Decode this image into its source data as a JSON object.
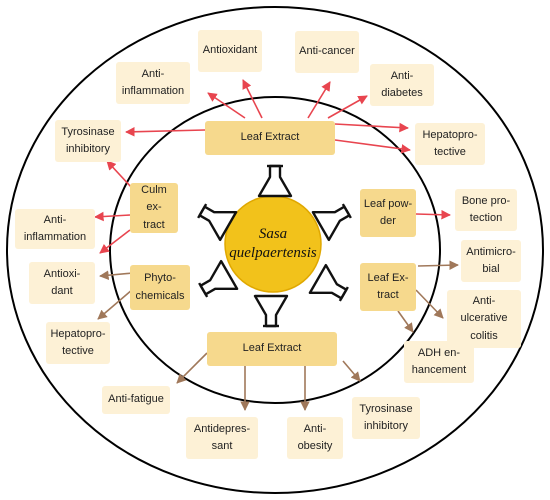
{
  "center": {
    "label": "Sasa\nquelpaertensis"
  },
  "colors": {
    "outer_box": "#fdf1d6",
    "inner_box": "#f6d98d",
    "center_fill": "#f2c21b",
    "red_arrow": "#e8454f",
    "brown_arrow": "#a0785a",
    "rings": "#000000"
  },
  "sources": {
    "leaf_extract_top": "Leaf Extract",
    "culm_extract": "Culm ex-\ntract",
    "leaf_powder": "Leaf pow-\nder",
    "phytochemicals": "Phyto-\nchemicals",
    "leaf_extract_right": "Leaf Ex-\ntract",
    "leaf_extract_bottom": "Leaf Extract"
  },
  "effects": {
    "antioxidant_top": "Antioxidant",
    "anticancer": "Anti-cancer",
    "antiinflammation_top": "Anti-\ninflammation",
    "antidiabetes": "Anti-\ndiabetes",
    "tyrosinase_top": "Tyrosinase\ninhibitory",
    "hepatoprotective_right": "Hepatopro-\ntective",
    "antiinflammation_left": "Anti-\ninflammation",
    "bone_protection": "Bone pro-\ntection",
    "antioxidant_left": "Antioxi-\ndant",
    "antimicrobial": "Antimicro-\nbial",
    "hepatoprotective_left": "Hepatopro-\ntective",
    "antiulcerative": "Anti-\nulcerative\ncolitis",
    "adh": "ADH en-\nhancement",
    "antifatigue": "Anti-fatigue",
    "antidepressant": "Antidepres-\nsant",
    "antiobesity": "Anti-\nobesity",
    "tyrosinase_bottom": "Tyrosinase\ninhibitory"
  }
}
